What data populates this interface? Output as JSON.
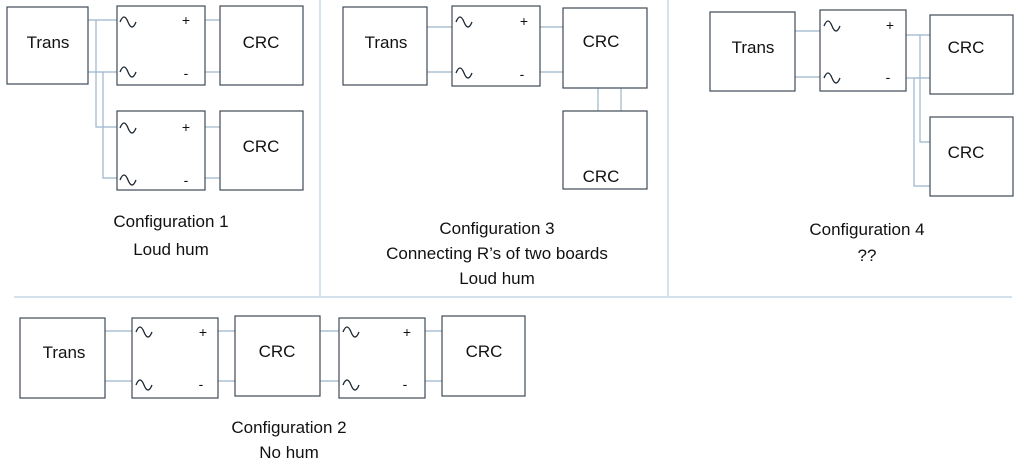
{
  "labels": {
    "trans": "Trans",
    "crc": "CRC",
    "plus": "+",
    "minus": "-"
  },
  "configurations": {
    "c1": {
      "title": "Configuration 1",
      "note": "Loud hum"
    },
    "c2": {
      "title": "Configuration 2",
      "note": "No hum"
    },
    "c3": {
      "title": "Configuration 3",
      "subtitle": "Connecting R’s of two boards",
      "note": "Loud hum"
    },
    "c4": {
      "title": "Configuration 4",
      "note": "??"
    }
  }
}
